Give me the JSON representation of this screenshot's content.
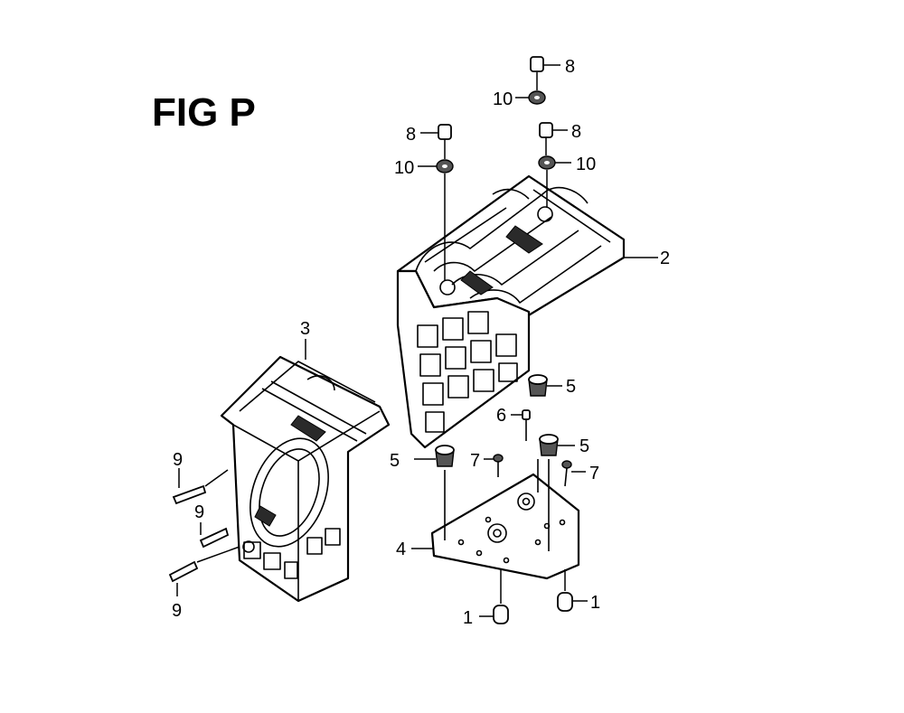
{
  "figure": {
    "title": "FIG P",
    "parts": {
      "p1": "1",
      "p2": "2",
      "p3": "3",
      "p4": "4",
      "p5": "5",
      "p6": "6",
      "p7": "7",
      "p8": "8",
      "p9": "9",
      "p10": "10"
    }
  }
}
